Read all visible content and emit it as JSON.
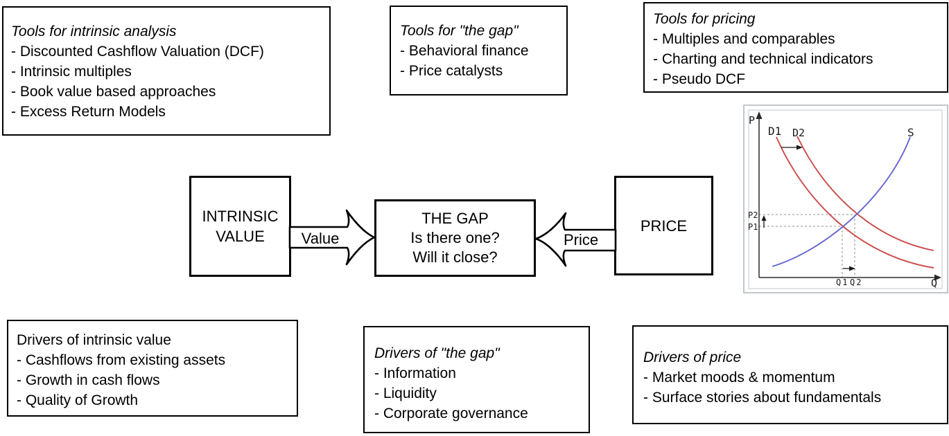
{
  "boxes": {
    "tools_intrinsic": {
      "title": "Tools for intrinsic analysis",
      "items": [
        "- Discounted Cashflow Valuation (DCF)",
        "- Intrinsic multiples",
        "- Book value based approaches",
        "- Excess Return Models"
      ]
    },
    "tools_gap": {
      "title": "Tools for \"the gap\"",
      "items": [
        "- Behavioral finance",
        "- Price catalysts"
      ]
    },
    "tools_pricing": {
      "title": "Tools for pricing",
      "items": [
        "- Multiples and comparables",
        "- Charting and technical indicators",
        "- Pseudo DCF"
      ]
    },
    "drivers_intrinsic": {
      "title": "Drivers of intrinsic value",
      "items": [
        "- Cashflows from existing assets",
        "- Growth in cash flows",
        "- Quality of Growth"
      ]
    },
    "drivers_gap": {
      "title": "Drivers of \"the gap\"",
      "items": [
        "- Information",
        "- Liquidity",
        "- Corporate governance"
      ]
    },
    "drivers_price": {
      "title": "Drivers of price",
      "items": [
        "- Market moods & momentum",
        "- Surface stories about fundamentals"
      ]
    }
  },
  "flow": {
    "intrinsic_value": {
      "line1": "INTRINSIC",
      "line2": "VALUE"
    },
    "gap": {
      "line1": "THE GAP",
      "line2": "Is there one?",
      "line3": "Will it close?"
    },
    "price_label": "PRICE",
    "value_arrow_label": "Value",
    "price_arrow_label": "Price"
  },
  "chart": {
    "type": "line",
    "labels": {
      "y_axis": "P",
      "x_axis": "Q",
      "demand1": "D1",
      "demand2": "D2",
      "supply": "S",
      "price1": "P1",
      "price2": "P2",
      "qty1": "Q1",
      "qty2": "Q2"
    },
    "colors": {
      "demand": "#cc4a4a",
      "supply": "#6767d2",
      "frame": "#b4b8c0",
      "inner_frame": "#ccd0d6",
      "dashed": "#8f8f8f"
    },
    "curves": [
      {
        "label": "D1",
        "color": "#cc4a4a"
      },
      {
        "label": "D2",
        "color": "#cc4a4a"
      },
      {
        "label": "S",
        "color": "#6767d2"
      }
    ]
  }
}
